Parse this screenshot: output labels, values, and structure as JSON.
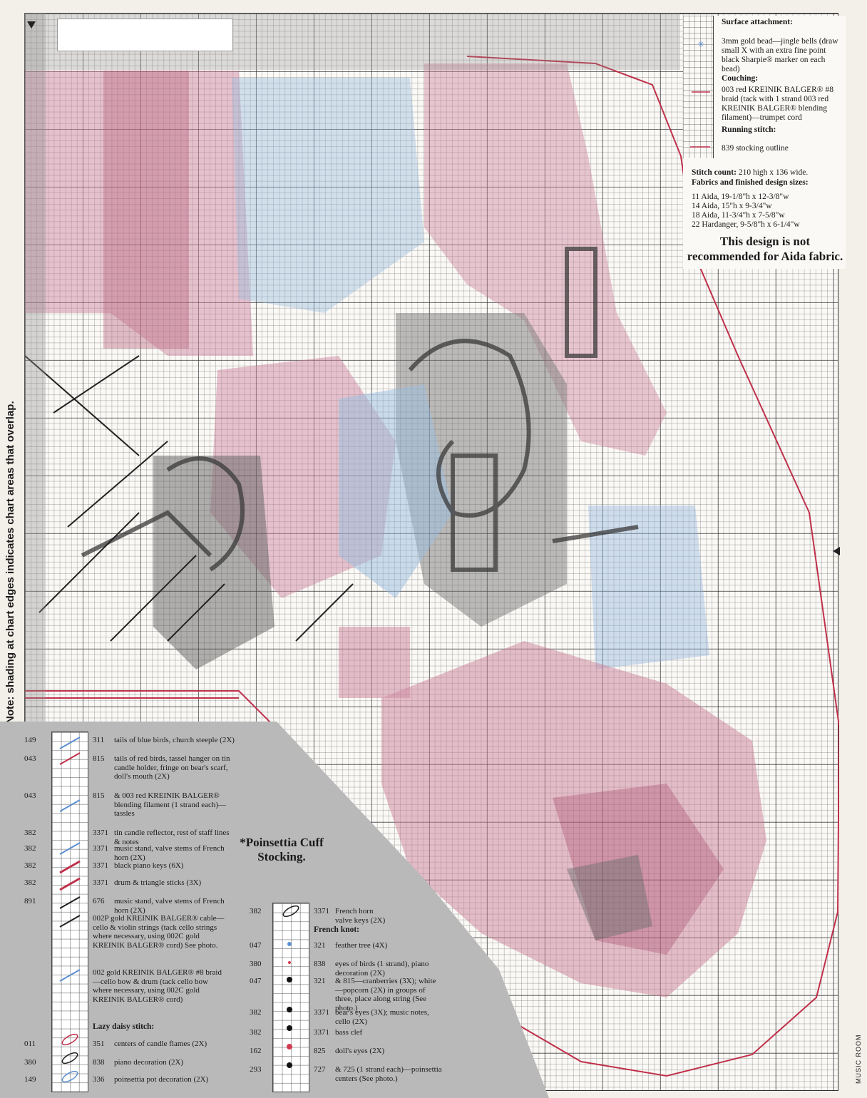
{
  "side_note": "Note: shading at chart edges indicates chart areas that overlap.",
  "corner_label": "MUSIC ROOM",
  "surface": {
    "title": "Surface attachment:",
    "bead_text": "3mm gold bead—jingle bells (draw small X with an extra fine point black Sharpie® marker on each bead)"
  },
  "couching": {
    "title": "Couching:",
    "text": "003 red KREINIK BALGER® #8 braid (tack with 1 strand 003 red KREINIK BALGER® blending filament)—trumpet cord"
  },
  "running": {
    "title": "Running stitch:",
    "text": "839    stocking outline"
  },
  "stitch_count": {
    "label": "Stitch count:",
    "value": "210 high x 136 wide."
  },
  "fabrics_title": "Fabrics and finished design sizes:",
  "sizes": [
    "11 Aida, 19-1/8\"h x 12-3/8\"w",
    "14 Aida, 15\"h x 9-3/4\"w",
    "18 Aida, 11-3/4\"h x 7-5/8\"w",
    "22 Hardanger, 9-5/8\"h x 6-1/4\"w"
  ],
  "warning": "This design is not recommended for Aida fabric.",
  "title": "*Poinsettia Cuff Stocking.",
  "backstitch_key": [
    {
      "anchor": "149",
      "dmc": "311",
      "text": "tails of blue birds, church steeple (2X)",
      "color": "#5b8fd0"
    },
    {
      "anchor": "043",
      "dmc": "815",
      "text": "tails of red birds, tassel hanger on tin candle holder, fringe on bear's scarf, doll's mouth (2X)",
      "color": "#c0304a"
    },
    {
      "anchor": "043",
      "dmc": "815",
      "text": "& 003 red KREINIK BALGER® blending filament (1 strand each)—tassles",
      "color": "#5b8fd0"
    },
    {
      "anchor": "382",
      "dmc": "3371",
      "text": "tin candle reflector, rest of staff lines & notes",
      "color": "#5b8fd0"
    },
    {
      "anchor": "382",
      "dmc": "3371",
      "text": "music stand, valve stems of French horn (2X)",
      "color": "#c0304a"
    },
    {
      "anchor": "382",
      "dmc": "3371",
      "text": "black piano keys (6X)",
      "color": "#c0304a"
    },
    {
      "anchor": "382",
      "dmc": "3371",
      "text": "drum & triangle sticks (3X)",
      "color": "#222222"
    },
    {
      "anchor": "891",
      "dmc": "676",
      "text": "music stand, valve stems of French horn (2X)",
      "color": "#222222"
    },
    {
      "anchor": "",
      "dmc": "",
      "text": "002P gold KREINIK BALGER® cable—cello & violin strings (tack cello strings where necessary, using 002C gold KREINIK BALGER® cord) See photo.",
      "color": "#222222"
    },
    {
      "anchor": "",
      "dmc": "",
      "text": "002 gold KREINIK BALGER® #8 braid—cello bow & drum (tack cello bow where necessary, using 002C gold KREINIK BALGER® cord)",
      "color": "#5b8fd0"
    }
  ],
  "lazy_daisy": {
    "title": "Lazy daisy stitch:",
    "items": [
      {
        "anchor": "011",
        "dmc": "351",
        "text": "centers of candle flames (2X)",
        "color": "#c0304a"
      },
      {
        "anchor": "380",
        "dmc": "838",
        "text": "piano decoration (2X)",
        "color": "#222222"
      },
      {
        "anchor": "149",
        "dmc": "336",
        "text": "poinsettia pot decoration (2X)",
        "color": "#5b8fd0"
      }
    ]
  },
  "horn_key": {
    "anchor": "382",
    "dmc": "3371",
    "text": "French horn valve keys (2X)"
  },
  "french_knot": {
    "title": "French knot:",
    "items": [
      {
        "anchor": "047",
        "dmc": "321",
        "text": "feather tree (4X)",
        "color": "#5b8fd0"
      },
      {
        "anchor": "380",
        "dmc": "838",
        "text": "eyes of birds (1 strand), piano decoration (2X)",
        "color": "#d23b4f"
      },
      {
        "anchor": "047",
        "dmc": "321",
        "text": "& 815—cranberries (3X); white—popcorn (2X) in groups of three, place along string (See photo.)",
        "color": "#111111"
      },
      {
        "anchor": "382",
        "dmc": "3371",
        "text": "bear's eyes (3X); music notes, cello (2X)",
        "color": "#111111"
      },
      {
        "anchor": "382",
        "dmc": "3371",
        "text": "bass clef",
        "color": "#111111"
      },
      {
        "anchor": "162",
        "dmc": "825",
        "text": "doll's eyes (2X)",
        "color": "#d23b4f"
      },
      {
        "anchor": "293",
        "dmc": "727",
        "text": "& 725 (1 strand each)—poinsettia centers (See photo.)",
        "color": "#111111"
      }
    ]
  },
  "colors": {
    "pink": "#c9809a",
    "dark_pink": "#a94a6a",
    "gray": "#7a7a7a",
    "dark_gray": "#4d4d4d",
    "blue": "#8fb6dc",
    "red_line": "#c0304a",
    "key_bg": "#b9b9b9"
  }
}
